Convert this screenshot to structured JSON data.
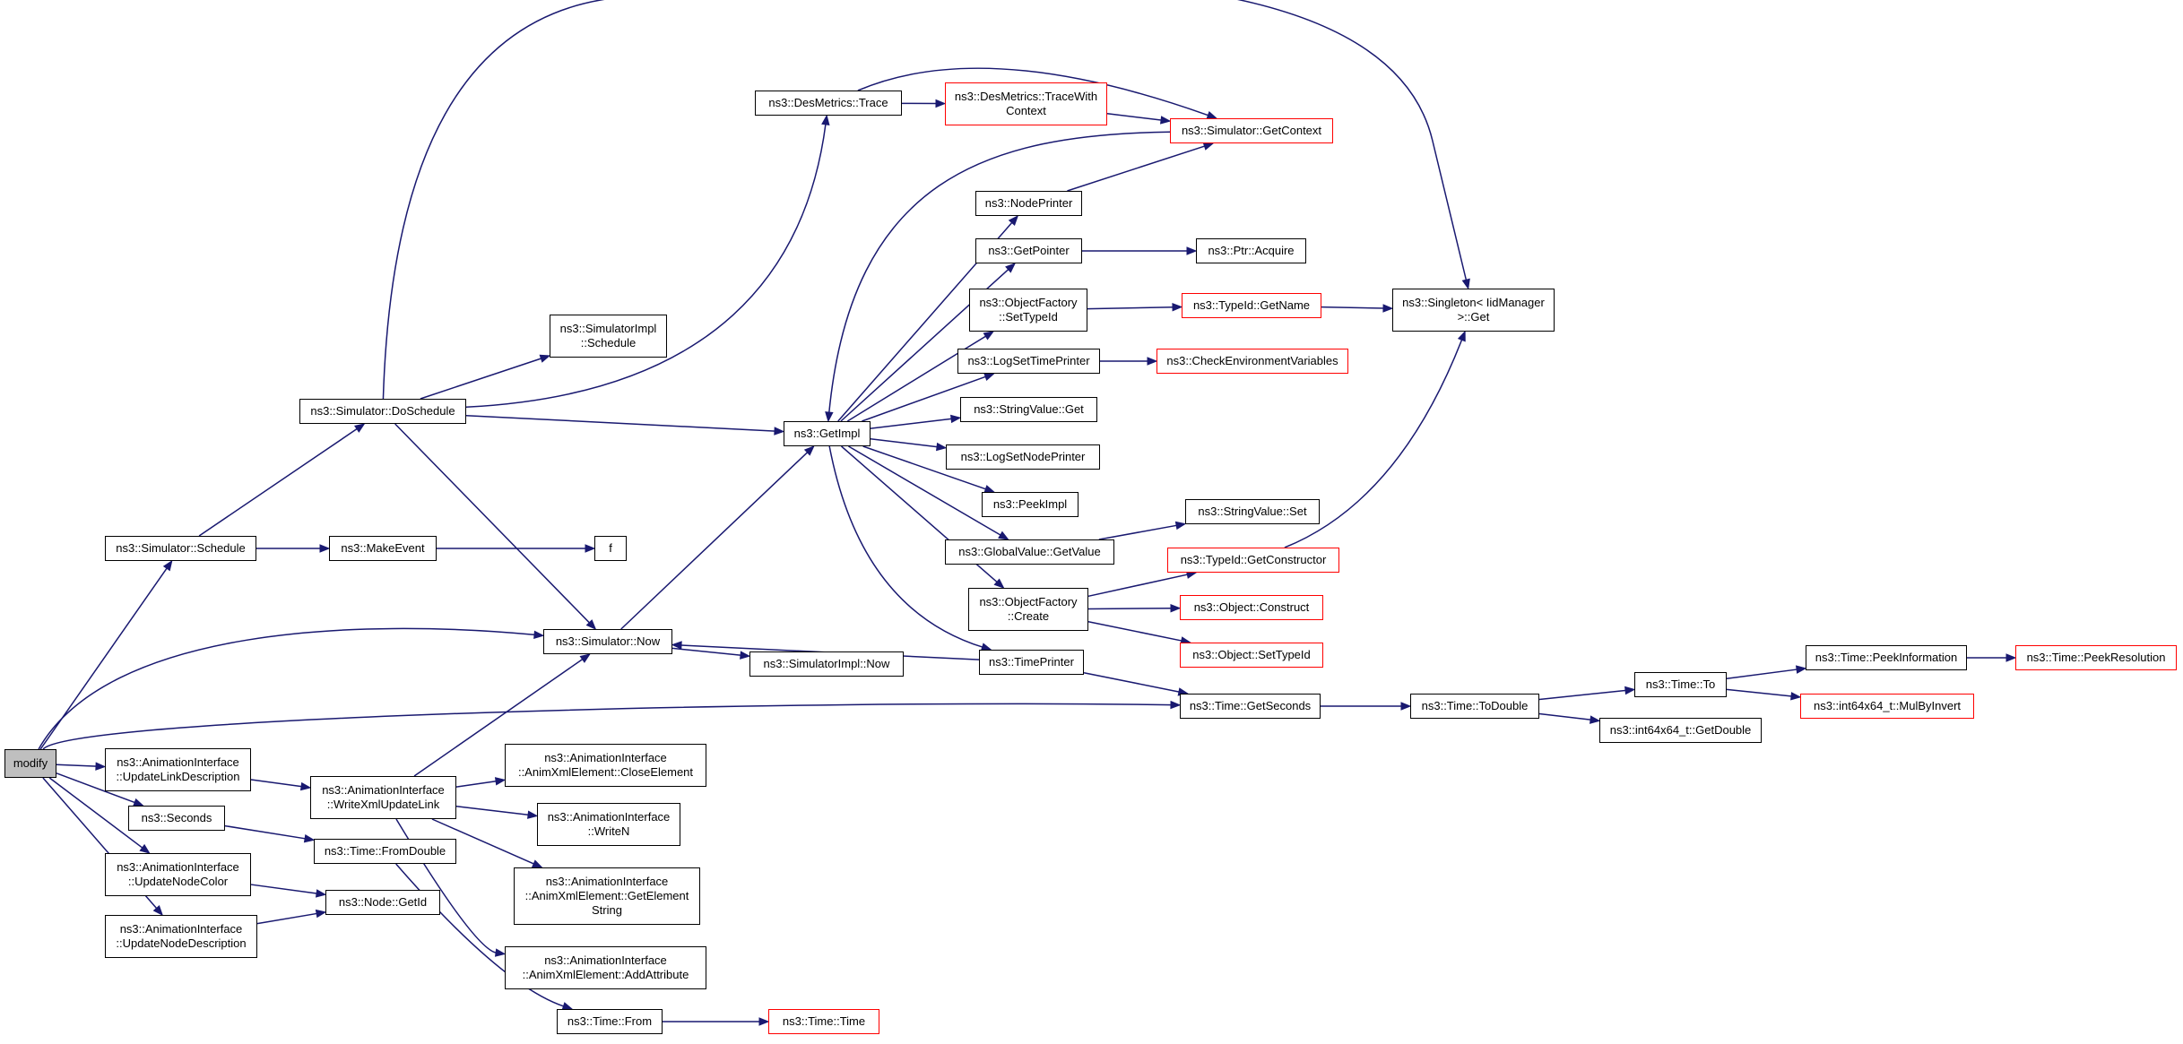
{
  "diagram": {
    "type": "call-graph",
    "colors": {
      "edge": "#191970",
      "node_border": "#000000",
      "undocumented_border": "#ff0000",
      "root_fill": "#bfbfbf"
    },
    "nodes": [
      {
        "id": "modify",
        "label": "modify",
        "style": "root"
      },
      {
        "id": "sim_schedule",
        "label": "ns3::Simulator::Schedule"
      },
      {
        "id": "makeevent",
        "label": "ns3::MakeEvent"
      },
      {
        "id": "f",
        "label": "f"
      },
      {
        "id": "sim_doschedule",
        "label": "ns3::Simulator::DoSchedule"
      },
      {
        "id": "simimpl_schedule",
        "label": "ns3::SimulatorImpl\n::Schedule"
      },
      {
        "id": "desmetrics_trace",
        "label": "ns3::DesMetrics::Trace"
      },
      {
        "id": "desmetrics_tracewithcontext",
        "label": "ns3::DesMetrics::TraceWith\nContext",
        "style": "red"
      },
      {
        "id": "sim_getcontext",
        "label": "ns3::Simulator::GetContext",
        "style": "red"
      },
      {
        "id": "nodeprinter",
        "label": "ns3::NodePrinter"
      },
      {
        "id": "getpointer",
        "label": "ns3::GetPointer"
      },
      {
        "id": "ptr_acquire",
        "label": "ns3::Ptr::Acquire"
      },
      {
        "id": "objfactory_settypeid",
        "label": "ns3::ObjectFactory\n::SetTypeId"
      },
      {
        "id": "typeid_getname",
        "label": "ns3::TypeId::GetName",
        "style": "red"
      },
      {
        "id": "singleton_get",
        "label": "ns3::Singleton< IidManager\n>::Get"
      },
      {
        "id": "logsettimeprinter",
        "label": "ns3::LogSetTimePrinter"
      },
      {
        "id": "checkenv",
        "label": "ns3::CheckEnvironmentVariables",
        "style": "red"
      },
      {
        "id": "stringvalue_get",
        "label": "ns3::StringValue::Get"
      },
      {
        "id": "getimpl",
        "label": "ns3::GetImpl"
      },
      {
        "id": "logsetnodeprinter",
        "label": "ns3::LogSetNodePrinter"
      },
      {
        "id": "peekimpl",
        "label": "ns3::PeekImpl"
      },
      {
        "id": "stringvalue_set",
        "label": "ns3::StringValue::Set"
      },
      {
        "id": "globalvalue_getvalue",
        "label": "ns3::GlobalValue::GetValue"
      },
      {
        "id": "typeid_getconstructor",
        "label": "ns3::TypeId::GetConstructor",
        "style": "red"
      },
      {
        "id": "objfactory_create",
        "label": "ns3::ObjectFactory\n::Create"
      },
      {
        "id": "object_construct",
        "label": "ns3::Object::Construct",
        "style": "red"
      },
      {
        "id": "object_settypeid",
        "label": "ns3::Object::SetTypeId",
        "style": "red"
      },
      {
        "id": "sim_now",
        "label": "ns3::Simulator::Now"
      },
      {
        "id": "simimpl_now",
        "label": "ns3::SimulatorImpl::Now"
      },
      {
        "id": "timeprinter",
        "label": "ns3::TimePrinter"
      },
      {
        "id": "time_getseconds",
        "label": "ns3::Time::GetSeconds"
      },
      {
        "id": "time_todouble",
        "label": "ns3::Time::ToDouble"
      },
      {
        "id": "time_to",
        "label": "ns3::Time::To"
      },
      {
        "id": "time_peekinformation",
        "label": "ns3::Time::PeekInformation"
      },
      {
        "id": "time_peekresolution",
        "label": "ns3::Time::PeekResolution",
        "style": "red"
      },
      {
        "id": "int64_mulbyinvert",
        "label": "ns3::int64x64_t::MulByInvert",
        "style": "red"
      },
      {
        "id": "int64_getdouble",
        "label": "ns3::int64x64_t::GetDouble"
      },
      {
        "id": "ai_updatelinkdescription",
        "label": "ns3::AnimationInterface\n::UpdateLinkDescription"
      },
      {
        "id": "ai_writexmlupdatelink",
        "label": "ns3::AnimationInterface\n::WriteXmlUpdateLink"
      },
      {
        "id": "ai_closeelement",
        "label": "ns3::AnimationInterface\n::AnimXmlElement::CloseElement"
      },
      {
        "id": "ai_writen",
        "label": "ns3::AnimationInterface\n::WriteN"
      },
      {
        "id": "ai_getelementstring",
        "label": "ns3::AnimationInterface\n::AnimXmlElement::GetElement\nString"
      },
      {
        "id": "ai_addattribute",
        "label": "ns3::AnimationInterface\n::AnimXmlElement::AddAttribute"
      },
      {
        "id": "seconds",
        "label": "ns3::Seconds"
      },
      {
        "id": "time_fromdouble",
        "label": "ns3::Time::FromDouble"
      },
      {
        "id": "ai_updatenodecolor",
        "label": "ns3::AnimationInterface\n::UpdateNodeColor"
      },
      {
        "id": "node_getid",
        "label": "ns3::Node::GetId"
      },
      {
        "id": "ai_updatenodedescription",
        "label": "ns3::AnimationInterface\n::UpdateNodeDescription"
      },
      {
        "id": "time_from",
        "label": "ns3::Time::From"
      },
      {
        "id": "time_time",
        "label": "ns3::Time::Time",
        "style": "red"
      }
    ],
    "edges": [
      [
        "modify",
        "sim_schedule"
      ],
      [
        "modify",
        "sim_now"
      ],
      [
        "modify",
        "time_getseconds"
      ],
      [
        "modify",
        "ai_updatelinkdescription"
      ],
      [
        "modify",
        "seconds"
      ],
      [
        "modify",
        "ai_updatenodecolor"
      ],
      [
        "modify",
        "ai_updatenodedescription"
      ],
      [
        "sim_schedule",
        "sim_doschedule"
      ],
      [
        "sim_schedule",
        "makeevent"
      ],
      [
        "makeevent",
        "f"
      ],
      [
        "sim_doschedule",
        "simimpl_schedule"
      ],
      [
        "sim_doschedule",
        "desmetrics_trace"
      ],
      [
        "sim_doschedule",
        "getimpl"
      ],
      [
        "sim_doschedule",
        "sim_now"
      ],
      [
        "sim_doschedule",
        "singleton_get"
      ],
      [
        "desmetrics_trace",
        "desmetrics_tracewithcontext"
      ],
      [
        "desmetrics_trace",
        "sim_getcontext"
      ],
      [
        "desmetrics_tracewithcontext",
        "sim_getcontext"
      ],
      [
        "sim_getcontext",
        "getimpl"
      ],
      [
        "getimpl",
        "nodeprinter"
      ],
      [
        "getimpl",
        "getpointer"
      ],
      [
        "getimpl",
        "objfactory_settypeid"
      ],
      [
        "getimpl",
        "logsettimeprinter"
      ],
      [
        "getimpl",
        "stringvalue_get"
      ],
      [
        "getimpl",
        "logsetnodeprinter"
      ],
      [
        "getimpl",
        "peekimpl"
      ],
      [
        "getimpl",
        "globalvalue_getvalue"
      ],
      [
        "getimpl",
        "objfactory_create"
      ],
      [
        "getimpl",
        "timeprinter"
      ],
      [
        "nodeprinter",
        "sim_getcontext"
      ],
      [
        "getpointer",
        "ptr_acquire"
      ],
      [
        "objfactory_settypeid",
        "typeid_getname"
      ],
      [
        "typeid_getname",
        "singleton_get"
      ],
      [
        "logsettimeprinter",
        "checkenv"
      ],
      [
        "globalvalue_getvalue",
        "stringvalue_set"
      ],
      [
        "objfactory_create",
        "typeid_getconstructor"
      ],
      [
        "objfactory_create",
        "object_construct"
      ],
      [
        "objfactory_create",
        "object_settypeid"
      ],
      [
        "typeid_getconstructor",
        "singleton_get"
      ],
      [
        "sim_now",
        "getimpl"
      ],
      [
        "sim_now",
        "simimpl_now"
      ],
      [
        "timeprinter",
        "sim_now"
      ],
      [
        "timeprinter",
        "time_getseconds"
      ],
      [
        "time_getseconds",
        "time_todouble"
      ],
      [
        "time_todouble",
        "time_to"
      ],
      [
        "time_todouble",
        "int64_getdouble"
      ],
      [
        "time_to",
        "time_peekinformation"
      ],
      [
        "time_to",
        "int64_mulbyinvert"
      ],
      [
        "time_peekinformation",
        "time_peekresolution"
      ],
      [
        "ai_updatelinkdescription",
        "ai_writexmlupdatelink"
      ],
      [
        "ai_writexmlupdatelink",
        "sim_now"
      ],
      [
        "ai_writexmlupdatelink",
        "ai_closeelement"
      ],
      [
        "ai_writexmlupdatelink",
        "ai_writen"
      ],
      [
        "ai_writexmlupdatelink",
        "ai_getelementstring"
      ],
      [
        "ai_writexmlupdatelink",
        "ai_addattribute"
      ],
      [
        "seconds",
        "time_fromdouble"
      ],
      [
        "time_fromdouble",
        "time_from"
      ],
      [
        "time_from",
        "time_time"
      ],
      [
        "ai_updatenodecolor",
        "node_getid"
      ],
      [
        "ai_updatenodedescription",
        "node_getid"
      ]
    ]
  }
}
